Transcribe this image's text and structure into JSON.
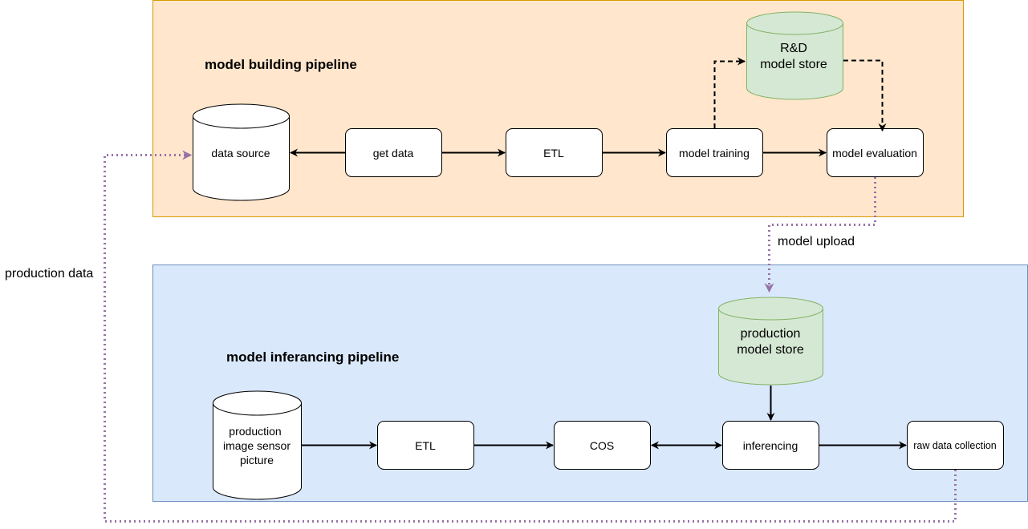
{
  "colors": {
    "building_fill": "#ffe6cc",
    "building_stroke": "#d79b00",
    "inferencing_fill": "#dae8fc",
    "inferencing_stroke": "#6c8ebf",
    "store_fill": "#d5e8d4",
    "store_stroke": "#82b366",
    "dotted_link": "#9673a6",
    "line": "#000000"
  },
  "building_pipeline": {
    "title": "model building pipeline",
    "data_source": "data source",
    "get_data": "get data",
    "etl": "ETL",
    "model_training": "model training",
    "model_evaluation": "model evaluation",
    "rd_store_line1": "R&D",
    "rd_store_line2": "model store"
  },
  "inferencing_pipeline": {
    "title": "model inferancing pipeline",
    "sensor_line1": "production",
    "sensor_line2": "image sensor",
    "sensor_line3": "picture",
    "etl": "ETL",
    "cos": "COS",
    "inferencing": "inferencing",
    "raw_data_collection": "raw data collection",
    "prod_store_line1": "production",
    "prod_store_line2": "model store"
  },
  "links": {
    "model_upload": "model upload",
    "production_data": "production data"
  }
}
